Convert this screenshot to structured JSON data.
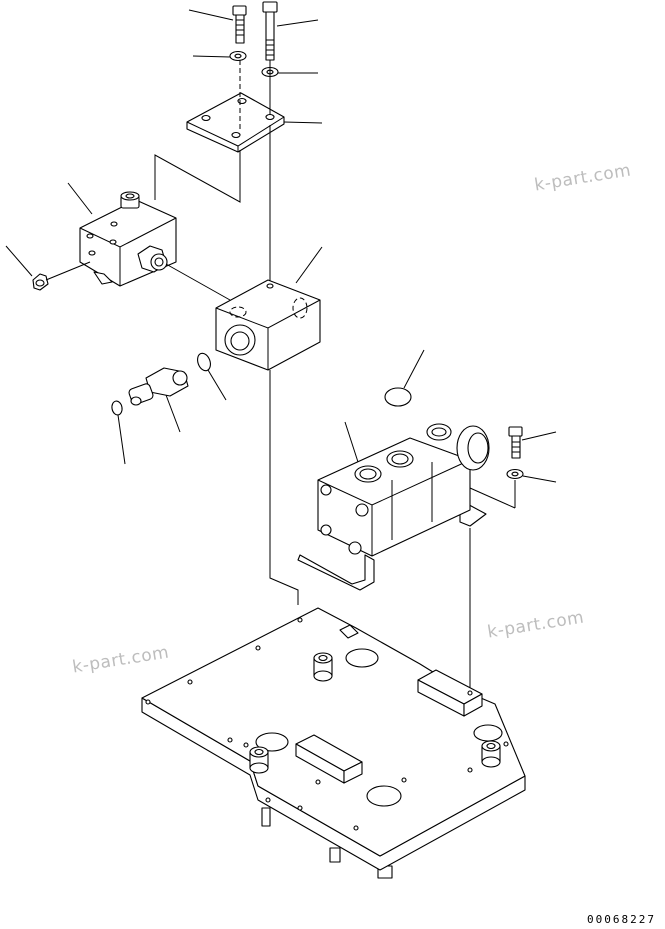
{
  "watermarks": [
    "k-part.com",
    "k-part.com",
    "k-part.com"
  ],
  "drawing_number": "00068227"
}
